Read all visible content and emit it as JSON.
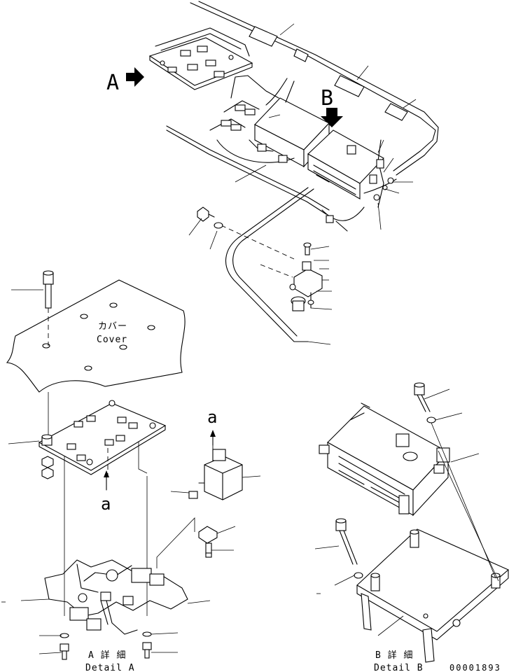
{
  "labels": {
    "view_a": "A",
    "view_b": "B",
    "cover_jp": "カバー",
    "cover_en": "Cover",
    "ref_a_upper": "a",
    "ref_a_lower": "a",
    "detail_a_jp": "A 詳 細",
    "detail_a_en": "Detail A",
    "detail_b_jp": "B 詳 細",
    "detail_b_en": "Detail B",
    "drawing_number": "00001893"
  }
}
